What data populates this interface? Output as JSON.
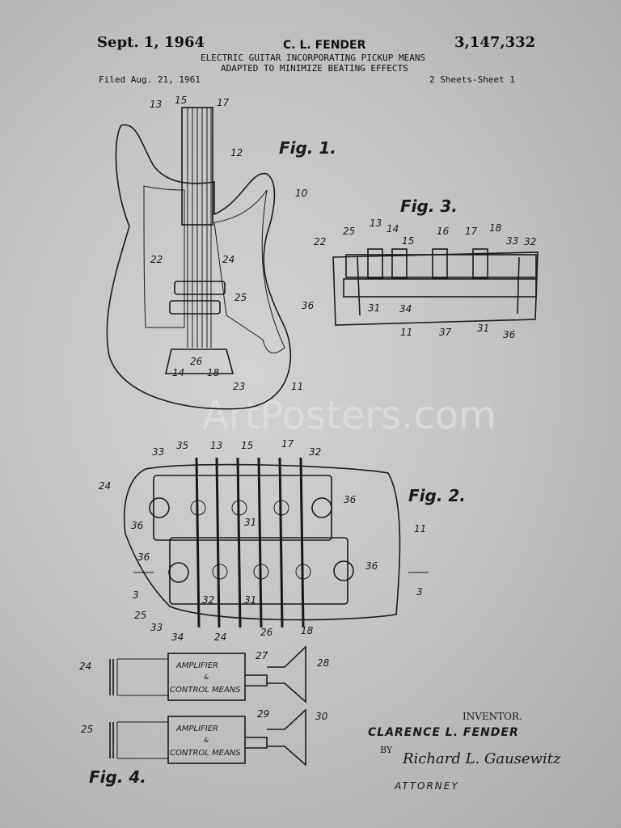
{
  "header": {
    "date": "Sept. 1, 1964",
    "inventor_name": "C. L. FENDER",
    "patent_number": "3,147,332",
    "title_line1": "ELECTRIC GUITAR INCORPORATING PICKUP MEANS",
    "title_line2": "ADAPTED TO MINIMIZE BEATING EFFECTS",
    "filed": "Filed Aug. 21, 1961",
    "sheets": "2 Sheets-Sheet 1"
  },
  "fig1": {
    "label": "Fig. 1.",
    "refs": [
      "13",
      "15",
      "17",
      "12",
      "10",
      "22",
      "24",
      "25",
      "26",
      "14",
      "18",
      "23",
      "11"
    ]
  },
  "fig3": {
    "label": "Fig. 3.",
    "refs": [
      "25",
      "13",
      "14",
      "15",
      "16",
      "17",
      "18",
      "33",
      "32",
      "22",
      "36",
      "31",
      "34",
      "11",
      "37",
      "31",
      "36"
    ]
  },
  "fig2": {
    "label": "Fig. 2.",
    "refs": [
      "33",
      "35",
      "13",
      "15",
      "17",
      "32",
      "24",
      "36",
      "31",
      "36",
      "11",
      "36",
      "36",
      "3",
      "3",
      "25",
      "33",
      "34",
      "24",
      "26",
      "18",
      "32",
      "31"
    ]
  },
  "fig4": {
    "label": "Fig. 4.",
    "amp_label": "AMPLIFIER & CONTROL MEANS",
    "amp1_line1": "AMPLIFIER",
    "amp_and": "&",
    "amp1_line2": "CONTROL MEANS",
    "refs": [
      "24",
      "27",
      "28",
      "25",
      "29",
      "30"
    ]
  },
  "signature": {
    "inventor_caption": "INVENTOR.",
    "inventor": "CLARENCE L. FENDER",
    "by": "BY",
    "attorney_signature": "Richard L. Gausewitz",
    "attorney_caption": "ATTORNEY"
  },
  "watermark": "ArtPosters.com"
}
